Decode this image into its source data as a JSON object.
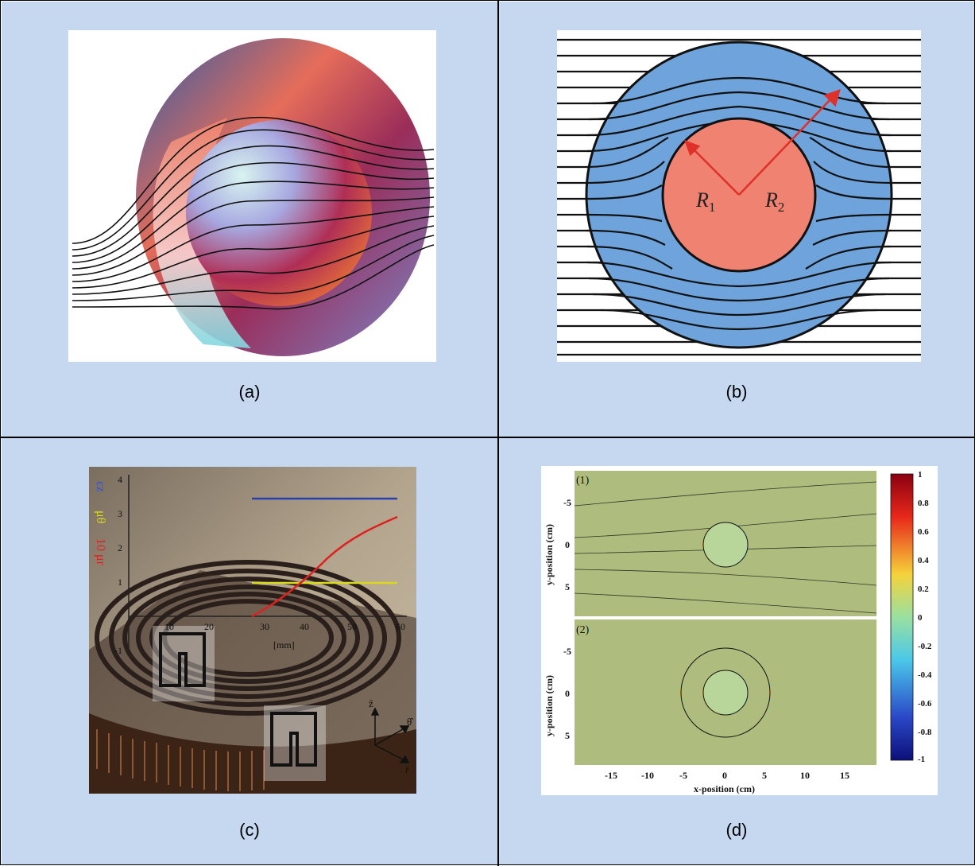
{
  "captions": {
    "a": "(a)",
    "b": "(b)",
    "c": "(c)",
    "d": "(d)"
  },
  "panel_b": {
    "r1": "R",
    "r1_sub": "1",
    "r2": "R",
    "r2_sub": "2",
    "colors": {
      "shell": "#6fa3dc",
      "core": "#ef8270",
      "arrow": "#e0302a"
    }
  },
  "panel_c": {
    "y_ticks": [
      "4",
      "3",
      "2",
      "1",
      "-1"
    ],
    "x_ticks": [
      "10",
      "20",
      "30",
      "40",
      "50",
      "60"
    ],
    "x_unit": "[mm]",
    "legend_eps": "εz",
    "legend_mu_theta": "μθ",
    "legend_mu_r": "10 μr",
    "axes_labels": {
      "z": "ẑ",
      "theta": "θ̂",
      "r": "r̂"
    }
  },
  "panel_d": {
    "sub1": "(1)",
    "sub2": "(2)",
    "ylabel": "y-position (cm)",
    "xlabel": "x-position (cm)",
    "x_ticks": [
      "-15",
      "-10",
      "-5",
      "0",
      "5",
      "10",
      "15"
    ],
    "y_ticks": [
      "-5",
      "0",
      "5"
    ],
    "colorbar_ticks": [
      "1",
      "0.8",
      "0.6",
      "0.4",
      "0.2",
      "0",
      "-0.2",
      "-0.4",
      "-0.6",
      "-0.8",
      "-1"
    ]
  }
}
